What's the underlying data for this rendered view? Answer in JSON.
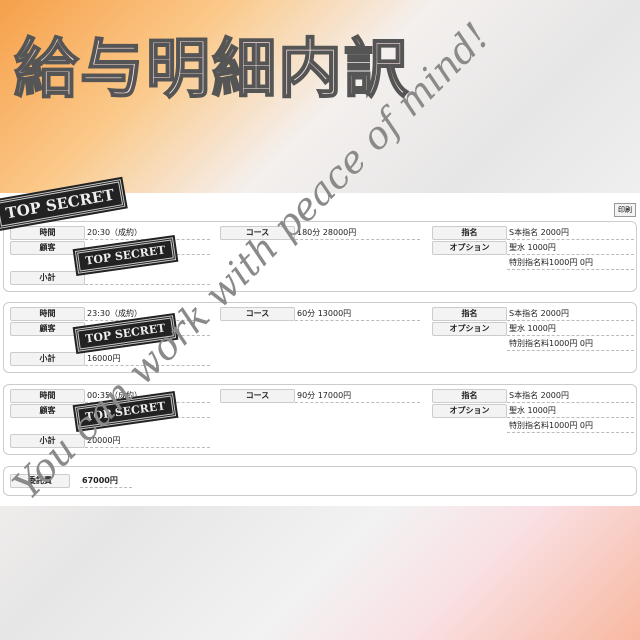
{
  "title": "給与明細内訳",
  "watermark": "You can work with peace of mind!",
  "stamp": "TOP SECRET",
  "print_label": "印刷",
  "labels": {
    "time": "時間",
    "customer": "顧客",
    "subtotal": "小計",
    "course": "コース",
    "nomination": "指名",
    "option": "オプション",
    "commission": "委託費"
  },
  "entries": [
    {
      "time": "20:30（成約）",
      "course": "180分 28000円",
      "nomination": "S本指名 2000円",
      "option": "聖水 1000円",
      "extra": "特別指名料1000円 0円"
    },
    {
      "time": "23:30（成約）",
      "course": "60分 13000円",
      "nomination": "S本指名 2000円",
      "option": "聖水 1000円",
      "extra": "特別指名料1000円 0円",
      "subtotal": "16000円"
    },
    {
      "time": "00:35（成約）",
      "course": "90分 17000円",
      "nomination": "S本指名 2000円",
      "option": "聖水 1000円",
      "extra": "特別指名料1000円 0円",
      "subtotal": "20000円"
    }
  ],
  "commission": "67000円"
}
